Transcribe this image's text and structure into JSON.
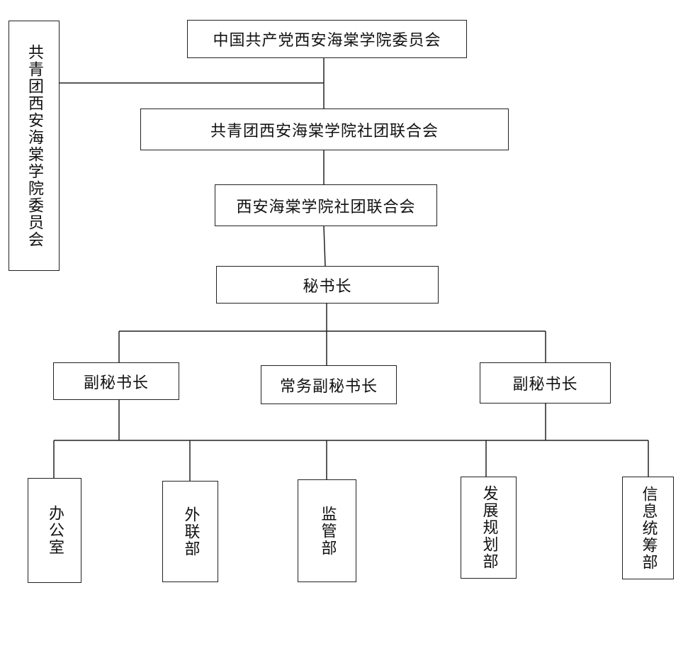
{
  "nodes": {
    "party_committee": "中国共产党西安海棠学院委员会",
    "youth_league": "共青团西安海棠学院委员会",
    "league_union": "共青团西安海棠学院社团联合会",
    "union": "西安海棠学院社团联合会",
    "secretary_general": "秘书长",
    "deputy_left": "副秘书长",
    "deputy_executive": "常务副秘书长",
    "deputy_right": "副秘书长",
    "dept_office": "办公室",
    "dept_external": "外联部",
    "dept_supervision": "监管部",
    "dept_planning": "发展规划部",
    "dept_info": "信息统筹部"
  }
}
